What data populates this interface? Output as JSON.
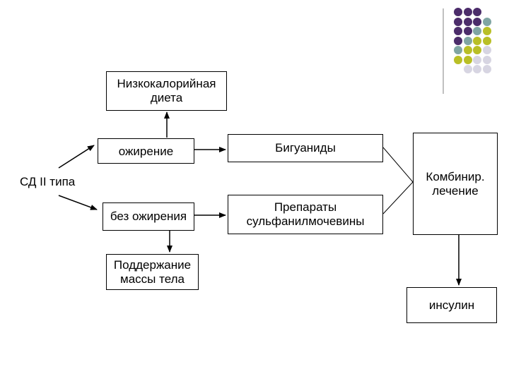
{
  "diagram": {
    "nodes": {
      "low_calorie_diet": "Низкокалорийная\nдиета",
      "obesity": "ожирение",
      "dm2": "СД II типа",
      "no_obesity": "без ожирения",
      "weight_maintenance": "Поддержание\nмассы тела",
      "biguanides": "Бигуаниды",
      "sulfonylureas": "Препараты\nсульфанилмочевины",
      "combined": "Комбинир.\nлечение",
      "insulin": "инсулин"
    }
  },
  "decor": {
    "colors": {
      "purple": "#4b2c6a",
      "teal": "#7fa5a3",
      "olive": "#b9bf26",
      "lavender": "#d7d5e2"
    },
    "dot_grid": [
      [
        "purple",
        "purple",
        "purple",
        null
      ],
      [
        "purple",
        "purple",
        "purple",
        "teal"
      ],
      [
        "purple",
        "purple",
        "teal",
        "olive"
      ],
      [
        "purple",
        "teal",
        "olive",
        "olive"
      ],
      [
        "teal",
        "olive",
        "olive",
        "lavender"
      ],
      [
        "olive",
        "olive",
        "lavender",
        "lavender"
      ],
      [
        null,
        "lavender",
        "lavender",
        "lavender"
      ]
    ]
  }
}
